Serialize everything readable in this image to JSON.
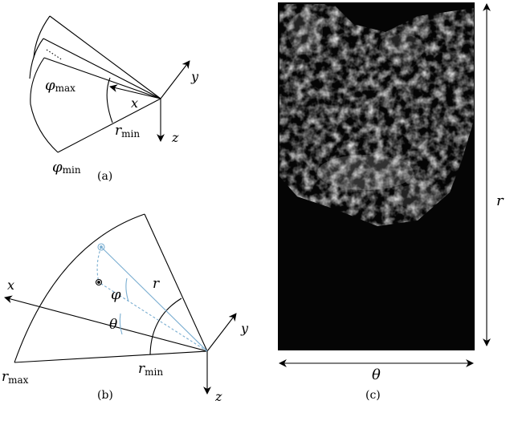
{
  "panel_a": {
    "caption": "(a)",
    "axis_x": "x",
    "axis_y": "y",
    "axis_z": "z",
    "phi_max_symbol": "φ",
    "phi_max_sub": "max",
    "phi_min_symbol": "φ",
    "phi_min_sub": "min",
    "r_min_symbol": "r",
    "r_min_sub": "min"
  },
  "panel_b": {
    "caption": "(b)",
    "axis_x": "x",
    "axis_y": "y",
    "axis_z": "z",
    "phi_symbol": "φ",
    "theta_symbol": "θ",
    "r_symbol": "r",
    "r_max_symbol": "r",
    "r_max_sub": "max",
    "r_min_symbol": "r",
    "r_min_sub": "min"
  },
  "panel_c": {
    "caption": "(c)",
    "r_axis_label": "r",
    "theta_axis_label": "θ"
  },
  "colors": {
    "line": "#000000",
    "highlight": "#7aaed1",
    "sonar_bg": "#050505"
  }
}
